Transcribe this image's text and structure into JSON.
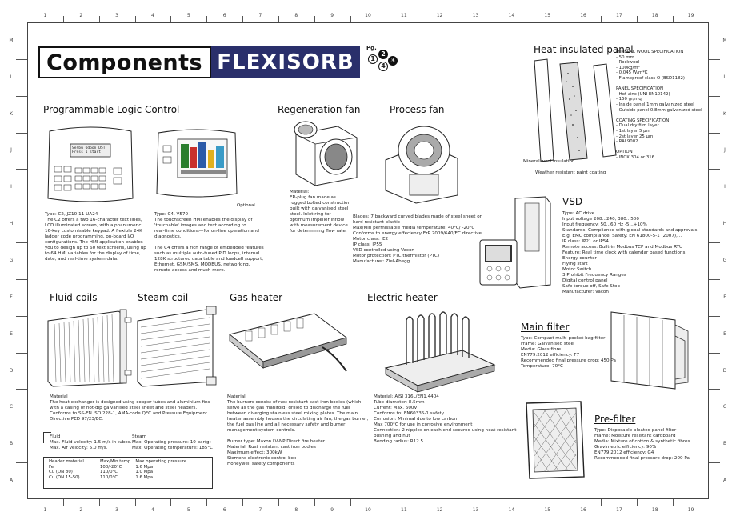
{
  "grid": {
    "columns": [
      "1",
      "2",
      "3",
      "4",
      "5",
      "6",
      "7",
      "8",
      "9",
      "10",
      "11",
      "12",
      "13",
      "14",
      "15",
      "16",
      "17",
      "18",
      "19"
    ],
    "rows": [
      "M",
      "L",
      "K",
      "J",
      "I",
      "H",
      "G",
      "F",
      "E",
      "D",
      "C",
      "B",
      "A"
    ]
  },
  "header": {
    "title": "Components",
    "brand": "FLEXISORB",
    "pg_label": "Pg.",
    "pages": [
      "1",
      "2",
      "3",
      "4"
    ]
  },
  "plc": {
    "heading": "Programmable Logic Control",
    "c2_screen": [
      "Selbu Odbon D5T",
      "Press 1 start"
    ],
    "optional_label": "Optional",
    "c2_text": [
      "Type: C2, JZ10-11-UA24",
      "The C2 offers a two 16-character text lines,",
      "LCD illuminated screen, with alphanumeric",
      "16-key customisable keypad. A flexible 24K",
      "ladder code programming, on-board I/O",
      "configurations. The HMI application enables",
      "you to design up to 60 text screens, using up",
      "to 64 HMI variables for the display of time,",
      "date, and real-time system data."
    ],
    "c4_text": [
      "Type: C4, V570",
      "The touchscreen HMI enables the display of",
      "'touchable' images and text according to",
      "real-time conditions—for on-line operation and",
      "diagnostics.",
      "",
      "The C4 offers a rich range of embedded features",
      "such as multiple auto-tuned PID loops, internal",
      "128K structured data table and loadcell support,",
      "Ethernet, GSM/SMS, MODBUS, networking,",
      "remote access and much more."
    ]
  },
  "regen_fan": {
    "heading": "Regeneration fan",
    "text": [
      "Material:",
      "ER-plug fan made as",
      "rugged bolted construction",
      "built with galvanised steel",
      "steel. Inlet ring for",
      "optimum impeller inflow",
      "with measurement device",
      "for determining flow rate."
    ]
  },
  "process_fan": {
    "heading": "Process fan",
    "text": [
      "Blades: 7 backward curved blades made of steel sheet  or",
      "hard resistant plastic",
      "Max/Min permissable media temperature: 40°C/ -20°C",
      "Conforms to energy effeciency ErP 2009/640/EC directive",
      "Motor class: IE2",
      "IP class: IP55",
      "VSD controlled using Vacon",
      "Motor protection: PTC thermistor (PTC)",
      "Manufacturer: Ziel-Abegg"
    ]
  },
  "panel": {
    "heading": "Heat insulated panel",
    "label_wool": "Mineral wool insulation",
    "label_coating": "Weather resistant paint coating",
    "spec": [
      "MINERAL WOOL SPECIFICATION",
      "- 50 mm",
      "- Rockwool",
      "- 100kg/m³",
      "- 0.045 W/m*K",
      "- Flameproof class O (BSD1182)",
      "",
      "PANEL SPECIFICATION",
      "- Hot-zinc (UNI EN10142)",
      "- 150 gr/mq",
      "- Inside panel 1mm galvanized steel",
      "- Outside panel 0.8mm galvanized steel",
      "",
      "COATING SPECIFICATION",
      "- Dual dry film layer",
      "- 1st layer 5 µm",
      "- 2st layer 25 µm",
      "- RAL9002",
      "",
      "OPTION",
      "- INOX 304 or 316"
    ]
  },
  "vsd": {
    "heading": "VSD",
    "text": [
      "Type: AC drive",
      "Input voltage 208...240, 380...500",
      "Input frequency: 50...60 Hz -5...+10%",
      "Standards: Compliance with global standards and approvals",
      "E.g. EMC compliance, Safety: EN 61800-5-1 (2007),...",
      "IP class: IP21 or IP54",
      "Remote access: Built-in Modbus TCP and Modbus RTU",
      "Feature: Real time clock with calendar based functions",
      "               Energy counter",
      "               Flying start",
      "               Motor Switch",
      "               3 Prohibit Frequency Ranges",
      "               Digital control panel",
      "               Safe torque off, Safe Stop",
      "Manufacturer: Vacon"
    ]
  },
  "fluid_coils": {
    "heading": "Fluid coils",
    "text": [
      "Material",
      "The heat exchanger is designed using copper tubes and aluminium fins",
      "with a casing of hot-dip  galvanised steel sheet and steel headers.",
      "Conforms to SS-EN ISO 228-1, AMA-code QFC and Pressure Equipment",
      "Directive PED 97/23/EC."
    ],
    "fluid_label": "Fluid",
    "fluid_lines": [
      "Max. Fluid velocity: 1.5 m/s in tubes.",
      "Max. Air velocity: 5.0 m/s."
    ],
    "table_headers": [
      "Header material",
      "Max/Min temp",
      "Max operating pressure"
    ],
    "table_rows": [
      [
        "Fe",
        "100/-20°C",
        "1.6 Mpa"
      ],
      [
        "Cu (DN 80)",
        "110/0°C",
        "1.0 Mpa"
      ],
      [
        "Cu (DN 15-50)",
        "110/0°C",
        "1.6 Mpa"
      ]
    ]
  },
  "steam_coil": {
    "heading": "Steam coil",
    "label": "Steam",
    "lines": [
      "Max. Operating pressure: 10  bar(g)",
      "Max. Operating temperature: 185°C"
    ]
  },
  "gas_heater": {
    "heading": "Gas heater",
    "text": [
      "Material:",
      "The burners consist of rust resistant cast iron bodies (which",
      "serve as the gas manifold) drilled to discharge the fuel",
      "between diverging stainless steel mixing plates. The main",
      "heater assembly houses the circulating air fan, the gas burner,",
      "the fuel gas line and all necessary safety and burner",
      "management system controls.",
      "",
      "Burner type: Maxon LV-NP Direct fire heater",
      "Material: Rust resistant cast iron bodies",
      "Maximum effect: 300kW",
      "Siemens electronic control box",
      "Honeywell safety components"
    ]
  },
  "electric_heater": {
    "heading": "Electric heater",
    "text": [
      "Material: AISI 316L/EN1.4404",
      "Tube diameter: 8.5mm",
      "Current: Max. 600V",
      "Conforms to:  EN60335-1 safety",
      "Corrosion: Minimal due to low carbon",
      "Max 700°C for use in corrosive environment",
      "Connection: 2 nipples on each end secured using heat resistant",
      "bushing and nut",
      "Bending radius: R12.5"
    ]
  },
  "main_filter": {
    "heading": "Main filter",
    "text": [
      "Type: Compact multi-pocket bag filter",
      "Frame: Galvanised steel",
      "Media: Glass fibre",
      "EN779:2012 efficiency: F7",
      "Recommended final pressure drop: 450 Pa",
      "Temperature: 70°C"
    ]
  },
  "pre_filter": {
    "heading": "Pre-filter",
    "text": [
      "Type: Disposable pleated panel filter",
      "Frame: Moisture resistant cardboard",
      "Media: Mixture of cotton & synthetic fibres",
      "Gravimetric efficiency: 90%",
      "EN779:2012 efficiency: G4",
      "Recommended final pressure drop: 200 Pa"
    ]
  }
}
